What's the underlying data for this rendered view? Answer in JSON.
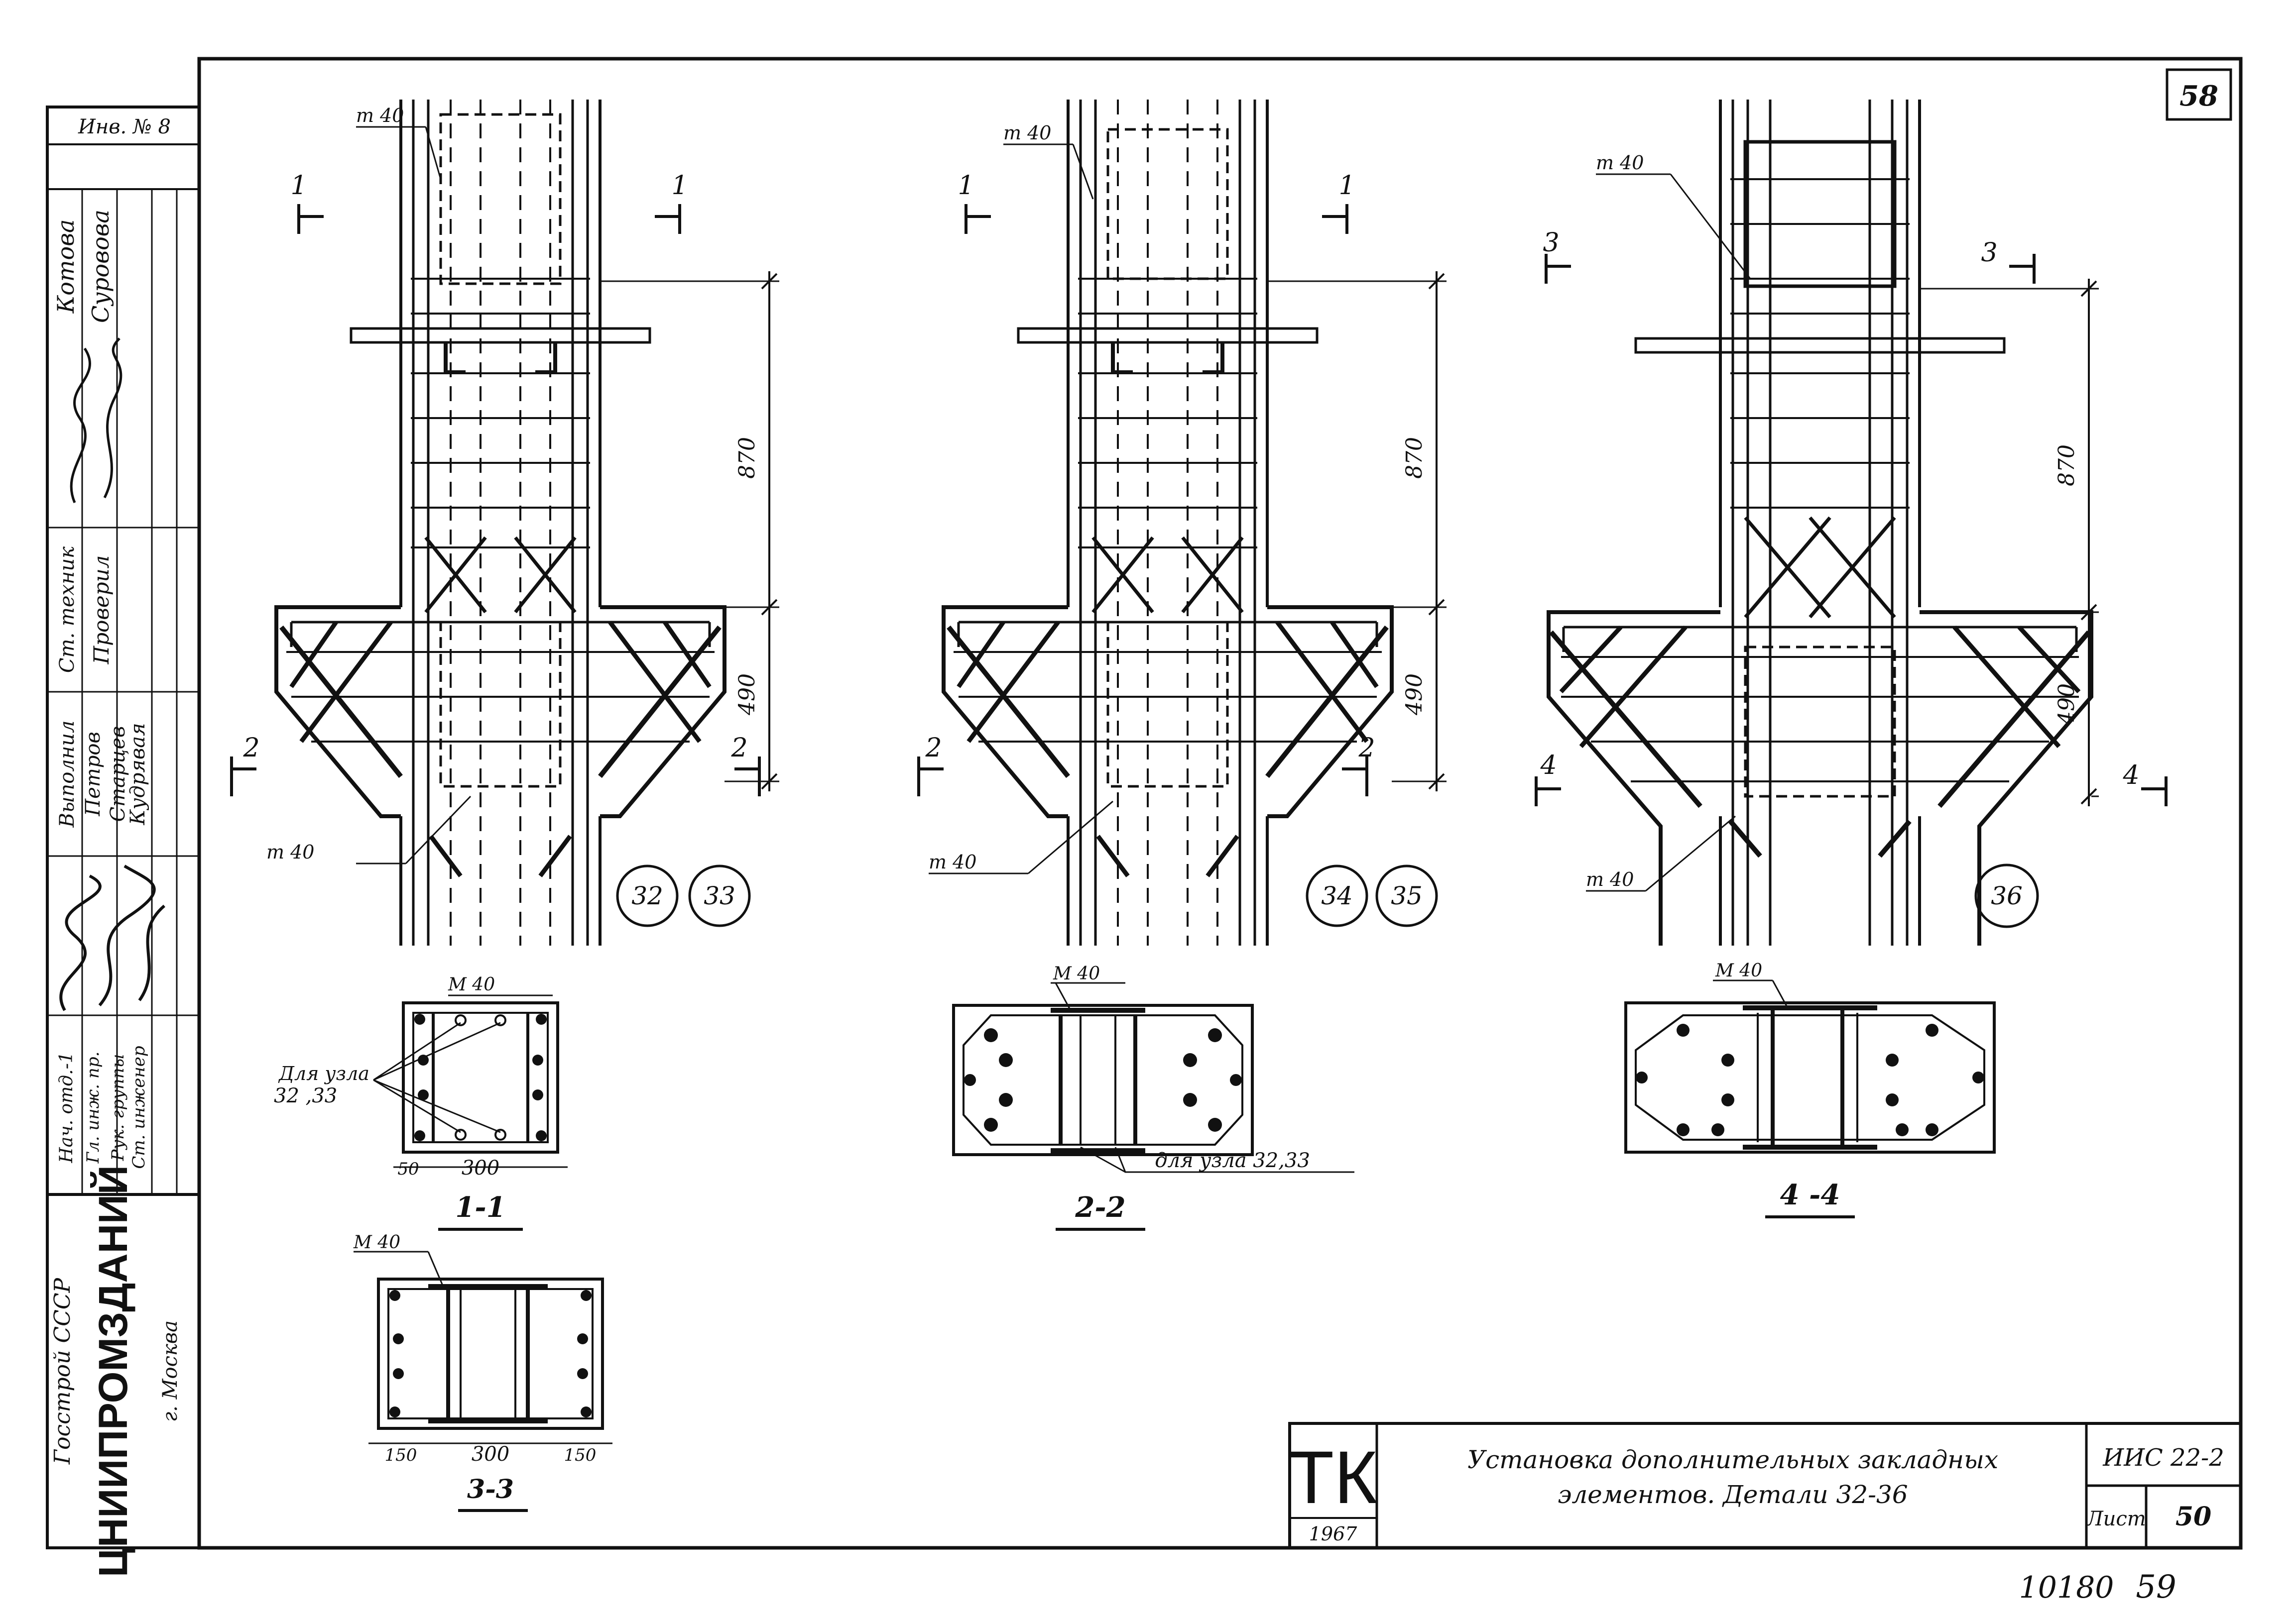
{
  "sheet_number_top": "58",
  "left_strip": {
    "inv_label": "Инв. № 8",
    "names": [
      "Котова",
      "Суровова"
    ],
    "roles": [
      "Ст. техник",
      "Проверил",
      "Выполнил"
    ],
    "executors": [
      "Петров",
      "Старцев",
      "Кудрявая"
    ],
    "positions": [
      "Нач. отд.-1",
      "Гл. инж. пр.",
      "Рук. группы",
      "Ст. инженер"
    ],
    "org_top": "Госстрой СССР",
    "org": "ЦНИИПРОМЗДАНИЙ",
    "city": "г. Москва"
  },
  "details": [
    {
      "section_left": "1",
      "section_right": "1",
      "lower_left": "2",
      "lower_right": "2",
      "dim_upper": "870",
      "dim_lower": "490",
      "plate_top": "m 40",
      "plate_bottom": "m 40",
      "nodes": [
        "32",
        "33"
      ]
    },
    {
      "section_left": "1",
      "section_right": "1",
      "lower_left": "2",
      "lower_right": "2",
      "dim_upper": "870",
      "dim_lower": "490",
      "plate_top": "m 40",
      "plate_bottom": "m 40",
      "nodes": [
        "34",
        "35"
      ]
    },
    {
      "section_left": "3",
      "section_right": "3",
      "lower_left": "4",
      "lower_right": "4",
      "dim_upper": "870",
      "dim_lower": "490",
      "plate_top": "m 40",
      "plate_bottom": "m 40",
      "nodes": [
        "36"
      ]
    }
  ],
  "sections": {
    "s11": {
      "title": "1-1",
      "plate": "M 40",
      "note_line1": "Для узла",
      "note_line2": "32 ,33",
      "dim_left": "50",
      "dim_mid": "300"
    },
    "s22": {
      "title": "2-2",
      "plate": "M 40",
      "note": "для узла 32,33"
    },
    "s44": {
      "title": "4 -4",
      "plate": "M 40"
    },
    "s33": {
      "title": "3-3",
      "plate": "M 40",
      "dim_left": "150",
      "dim_mid": "300",
      "dim_right": "150"
    }
  },
  "title_block": {
    "logo": "ТК",
    "year": "1967",
    "title_line1": "Установка дополнительных закладных",
    "title_line2": "элементов. Детали 32-36",
    "series": "ИИС 22-2",
    "sheet_label": "Лист",
    "sheet_value": "50"
  },
  "archive": {
    "number": "10180",
    "page": "59"
  }
}
